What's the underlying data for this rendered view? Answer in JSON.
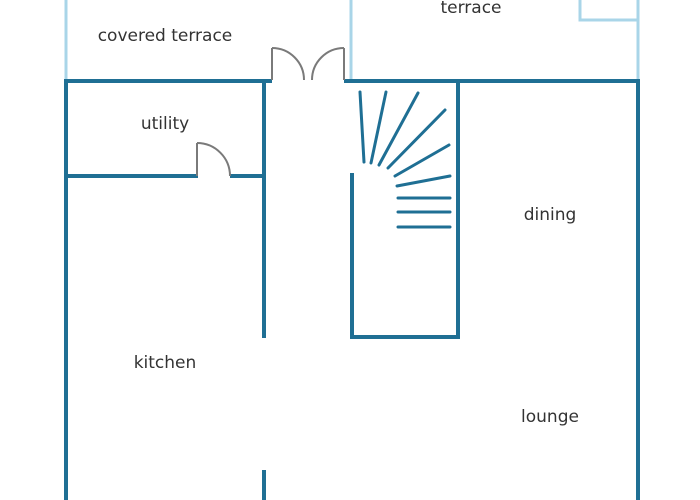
{
  "colors": {
    "wall": "#1f6f94",
    "outer_wall": "#a9d5e8",
    "door": "#7a7a7a",
    "label": "#333333",
    "background": "#ffffff"
  },
  "rooms": {
    "covered_terrace": "covered terrace",
    "terrace": "terrace",
    "utility": "utility",
    "dining": "dining",
    "kitchen": "kitchen",
    "lounge": "lounge"
  }
}
